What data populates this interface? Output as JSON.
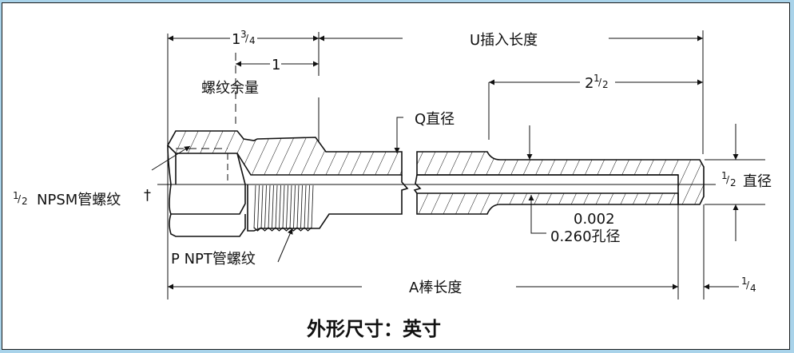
{
  "title": "外形尺寸：英寸",
  "dimensions": {
    "hex_to_thread_end": {
      "whole": "1",
      "num": "3",
      "den": "4"
    },
    "thread_allowance_length": "1",
    "thread_allowance_label": "螺纹余量",
    "insertion_length_label": "U插入长度",
    "tip_taper_length": {
      "whole": "2",
      "num": "1",
      "den": "2"
    },
    "stem_diameter_label": "Q直径",
    "tip_diameter": {
      "num": "1",
      "den": "2",
      "label": "直径"
    },
    "bore_tolerance": "0.002",
    "bore_diameter_label": "0.260孔径",
    "bar_length_label": "A棒长度",
    "tip_thickness": {
      "num": "1",
      "den": "4"
    }
  },
  "callouts": {
    "npsm_thread": {
      "num": "1",
      "den": "2",
      "label": "NPSM管螺纹",
      "mark": "†"
    },
    "npt_thread": "P NPT管螺纹"
  },
  "colors": {
    "background": "#a9d3ea",
    "paper": "#ffffff",
    "ink": "#111111"
  }
}
